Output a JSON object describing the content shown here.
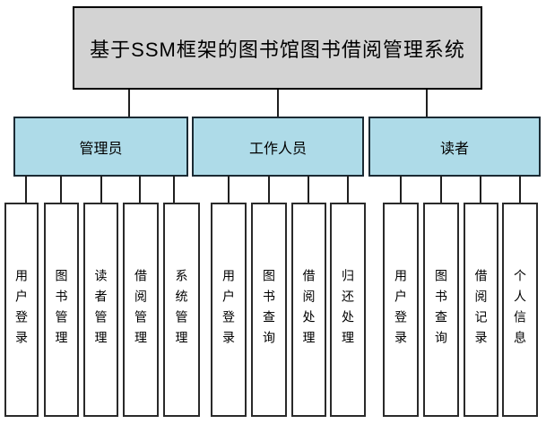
{
  "diagram": {
    "title": "基于SSM框架的图书馆图书借阅管理系统",
    "branches": [
      {
        "label": "管理员",
        "children": [
          "用户登录",
          "图书管理",
          "读者管理",
          "借阅管理",
          "系统管理"
        ]
      },
      {
        "label": "工作人员",
        "children": [
          "用户登录",
          "图书查询",
          "借阅处理",
          "归还处理"
        ]
      },
      {
        "label": "读者",
        "children": [
          "用户登录",
          "图书查询",
          "借阅记录",
          "个人信息"
        ]
      }
    ],
    "colors": {
      "root_fill": "#d3d3d3",
      "branch_fill": "#aedbe8",
      "leaf_fill": "#ffffff",
      "border": "#1f1f1f",
      "connector": "#1f1f1f"
    }
  }
}
